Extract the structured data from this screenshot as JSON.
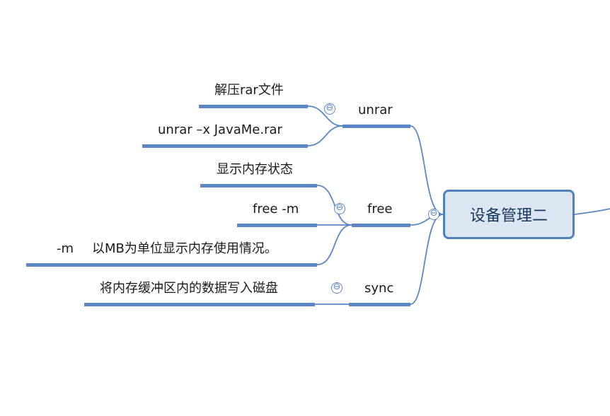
{
  "central": {
    "label": "设备管理二"
  },
  "collapse_symbol": "⊖",
  "branches": {
    "unrar": {
      "label": "unrar",
      "children": [
        "解压rar文件",
        "unrar –x JavaMe.rar"
      ]
    },
    "free": {
      "label": "free",
      "children": [
        "显示内存状态",
        "free -m"
      ],
      "sub": {
        "flag": "-m",
        "desc": "以MB为单位显示内存使用情况。"
      }
    },
    "sync": {
      "label": "sync",
      "children": [
        "将内存缓冲区内的数据写入磁盘"
      ]
    }
  },
  "colors": {
    "line": "#5b87c5",
    "central_fill": "#dce6f2",
    "central_border": "#4f81bd",
    "central_text": "#17365d"
  }
}
